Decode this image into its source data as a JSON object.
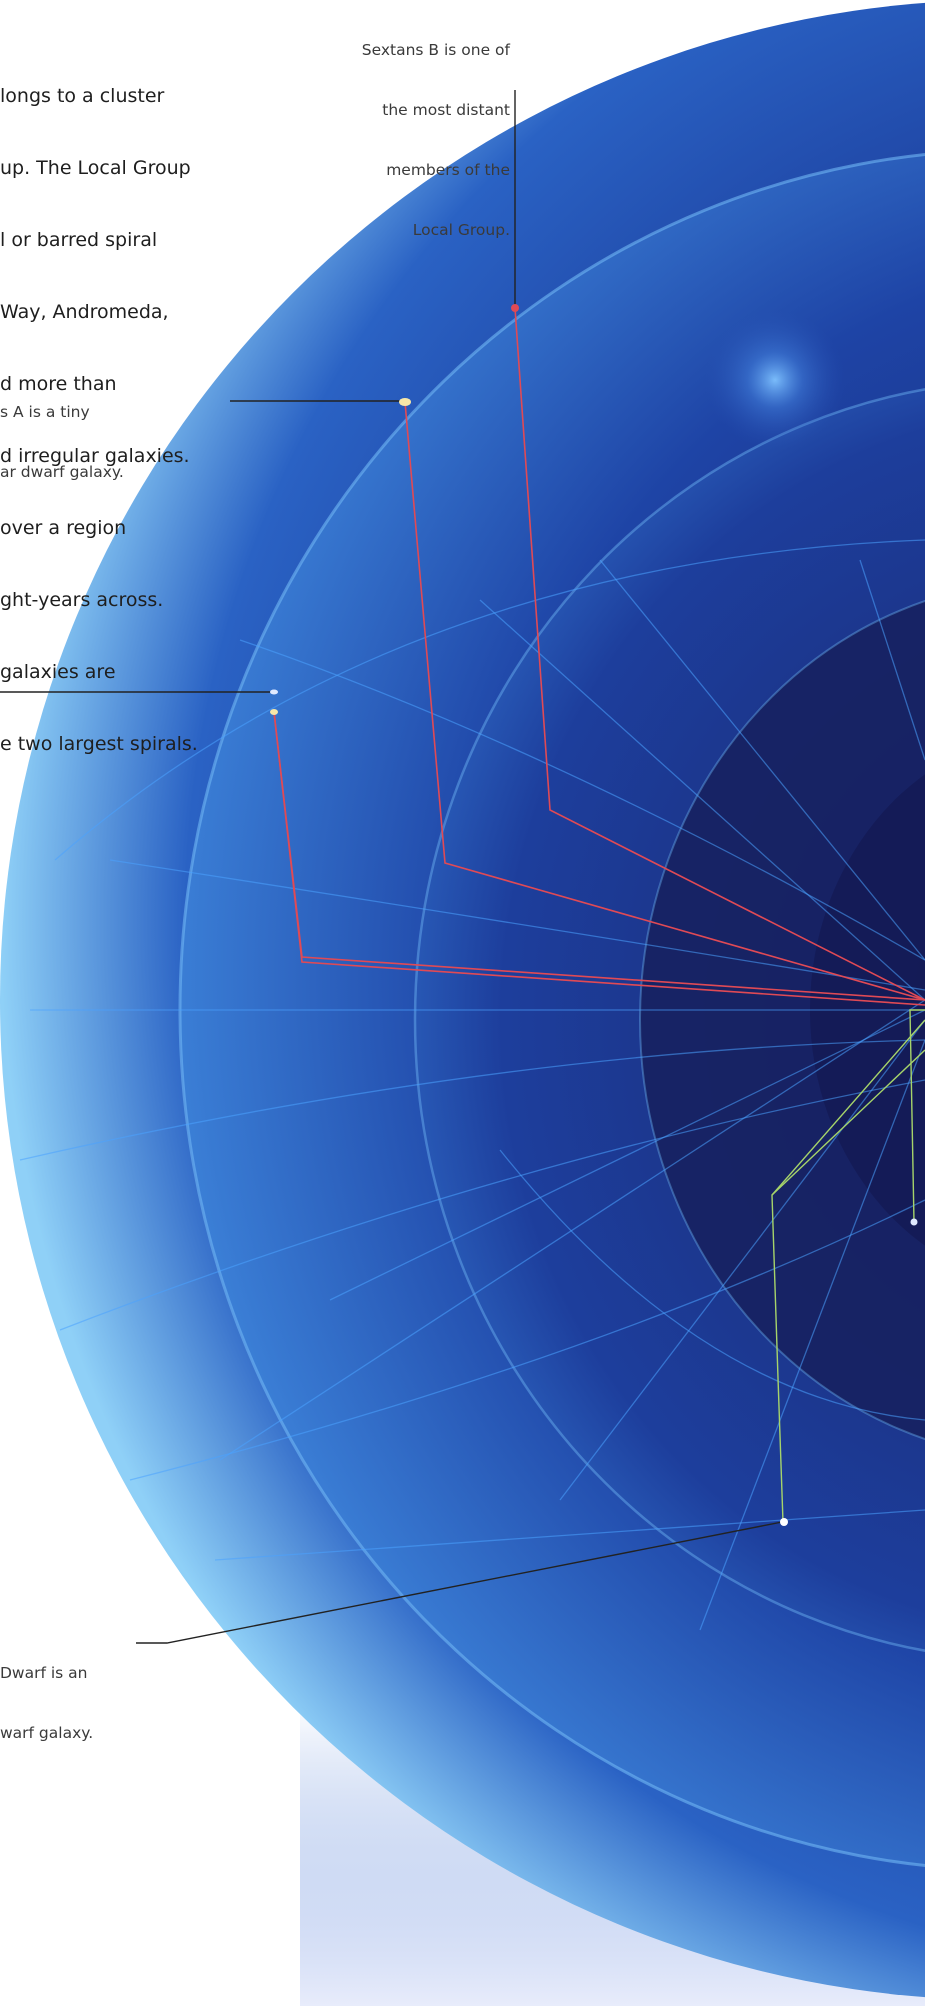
{
  "intro": {
    "lines": [
      "longs to a cluster",
      "up. The Local Group",
      "l or barred spiral",
      "Way, Andromeda,",
      "d more than",
      "d irregular galaxies.",
      "over a region",
      "ght-years across.",
      "galaxies are",
      "e two largest spirals."
    ]
  },
  "callouts": {
    "sextans_b": {
      "lines": [
        "Sextans B is one of",
        "the most distant",
        "members of the",
        "Local Group."
      ]
    },
    "sextans_a": {
      "lines": [
        "s A is a tiny",
        "ar dwarf galaxy."
      ]
    },
    "dwarf": {
      "lines": [
        "Dwarf is an",
        "warf galaxy."
      ]
    }
  },
  "colors": {
    "sphere_dark": "#141c5c",
    "sphere_mid": "#1f45a8",
    "sphere_light": "#4f9be6",
    "grid": "#4aa3ff",
    "red_marker": "#e04a55",
    "green_marker": "#a6d46a",
    "leader": "#222222"
  }
}
